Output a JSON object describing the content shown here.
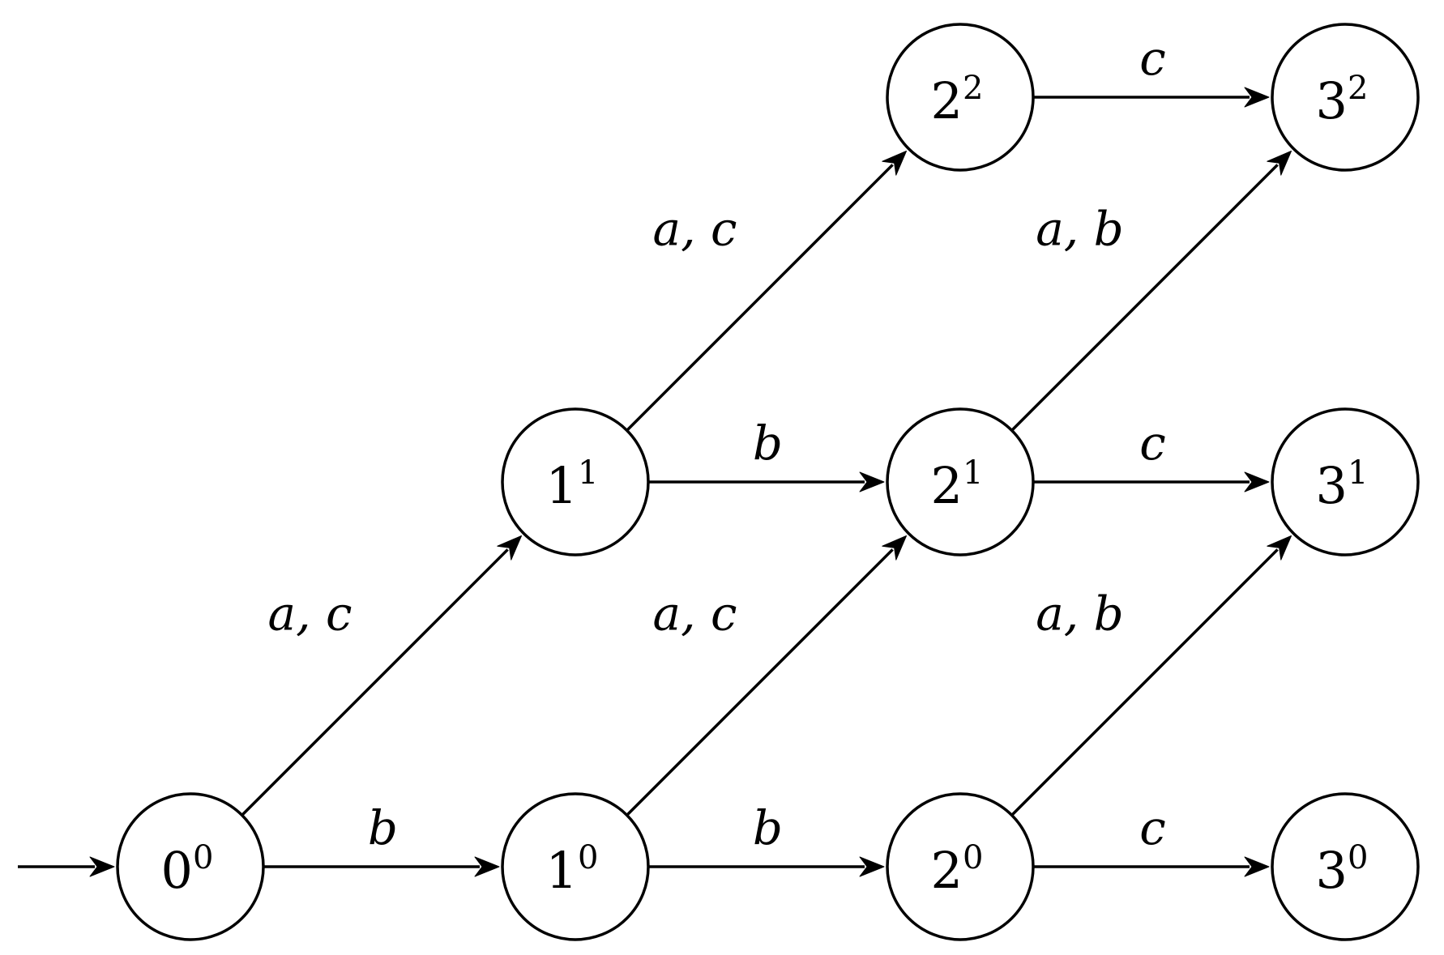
{
  "states": [
    {
      "id": "s0_0",
      "base": "0",
      "sup": "0"
    },
    {
      "id": "s1_0",
      "base": "1",
      "sup": "0"
    },
    {
      "id": "s1_1",
      "base": "1",
      "sup": "1"
    },
    {
      "id": "s2_0",
      "base": "2",
      "sup": "0"
    },
    {
      "id": "s2_1",
      "base": "2",
      "sup": "1"
    },
    {
      "id": "s2_2",
      "base": "2",
      "sup": "2"
    },
    {
      "id": "s3_0",
      "base": "3",
      "sup": "0"
    },
    {
      "id": "s3_1",
      "base": "3",
      "sup": "1"
    },
    {
      "id": "s3_2",
      "base": "3",
      "sup": "2"
    }
  ],
  "transitions": [
    {
      "from": "s0_0",
      "to": "s1_0",
      "label": "b"
    },
    {
      "from": "s0_0",
      "to": "s1_1",
      "label": "a, c"
    },
    {
      "from": "s1_0",
      "to": "s2_0",
      "label": "b"
    },
    {
      "from": "s1_0",
      "to": "s2_1",
      "label": "a, c"
    },
    {
      "from": "s1_1",
      "to": "s2_1",
      "label": "b"
    },
    {
      "from": "s1_1",
      "to": "s2_2",
      "label": "a, c"
    },
    {
      "from": "s2_0",
      "to": "s3_0",
      "label": "c"
    },
    {
      "from": "s2_0",
      "to": "s3_1",
      "label": "a, b"
    },
    {
      "from": "s2_1",
      "to": "s3_1",
      "label": "c"
    },
    {
      "from": "s2_1",
      "to": "s3_2",
      "label": "a, b"
    },
    {
      "from": "s2_2",
      "to": "s3_2",
      "label": "c"
    }
  ],
  "initial_state": "s0_0",
  "colors": {
    "stroke": "#000000",
    "fill": "#ffffff"
  }
}
